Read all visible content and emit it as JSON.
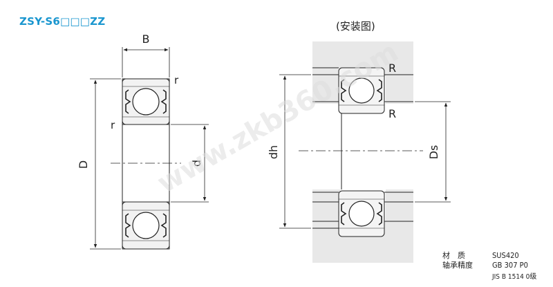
{
  "header": {
    "model_code": "ZSY-S6□□□ZZ",
    "install_title": "(安装图)"
  },
  "labels": {
    "B": "B",
    "D": "D",
    "d": "d",
    "r_top": "r",
    "r_left": "r",
    "dh": "dh",
    "Ds": "Ds",
    "R_top": "R",
    "R_bottom": "R"
  },
  "specs": {
    "material_label": "材　质",
    "material_value": "SUS420",
    "accuracy_label": "轴承精度",
    "accuracy_value_gb": "GB 307 P0",
    "accuracy_value_jis": "JIS B 1514 0级"
  },
  "watermark": "www.zkb360.com",
  "colors": {
    "accent": "#1a96cf",
    "housing": "#e8e8e8",
    "bearing_fill": "#f4f4f4",
    "line": "#222222"
  }
}
